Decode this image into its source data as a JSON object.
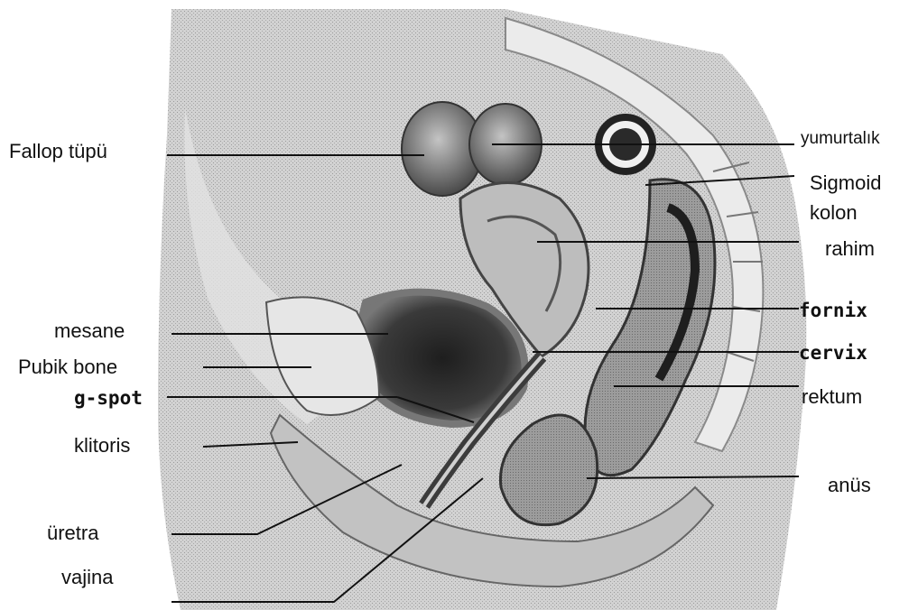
{
  "figure": {
    "labels": {
      "fallop": "Fallop tüpü",
      "yumurtalik": "yumurtalık",
      "sigmoid": "Sigmoid\nkolon",
      "rahim": "rahim",
      "fornix": "fornix",
      "mesane": "mesane",
      "cervix": "cervix",
      "pubik": "Pubik bone",
      "gspot": "g-spot",
      "rektum": "rektum",
      "klitoris": "klitoris",
      "anus": "anüs",
      "uretra": "üretra",
      "vajina": "vajina"
    },
    "colors": {
      "ink": "#111111",
      "tissue": "#c9c9c9",
      "shadow": "#555555",
      "dark": "#2a2a2a"
    }
  }
}
